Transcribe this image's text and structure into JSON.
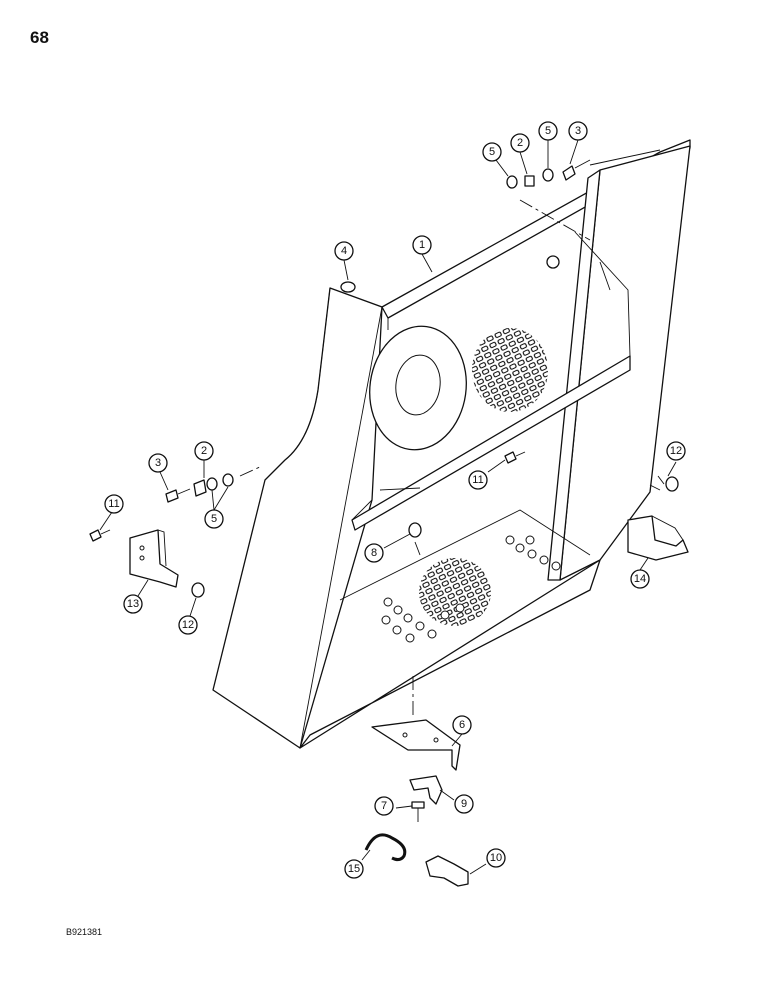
{
  "page_number": "68",
  "figure_code": "B921381",
  "callouts": [
    {
      "label": "1",
      "part": "side-panel-frame"
    },
    {
      "label": "2",
      "part": "spacer"
    },
    {
      "label": "2",
      "part": "spacer"
    },
    {
      "label": "3",
      "part": "bolt"
    },
    {
      "label": "3",
      "part": "bolt"
    },
    {
      "label": "4",
      "part": "nut"
    },
    {
      "label": "5",
      "part": "washer"
    },
    {
      "label": "5",
      "part": "washer"
    },
    {
      "label": "5",
      "part": "washer"
    },
    {
      "label": "6",
      "part": "latch-bracket"
    },
    {
      "label": "7",
      "part": "bolt"
    },
    {
      "label": "8",
      "part": "nut"
    },
    {
      "label": "9",
      "part": "latch-plate"
    },
    {
      "label": "10",
      "part": "knob"
    },
    {
      "label": "11",
      "part": "bolt"
    },
    {
      "label": "11",
      "part": "bolt"
    },
    {
      "label": "12",
      "part": "nut"
    },
    {
      "label": "12",
      "part": "nut"
    },
    {
      "label": "13",
      "part": "mounting-bracket-left"
    },
    {
      "label": "14",
      "part": "mounting-bracket-right"
    },
    {
      "label": "15",
      "part": "spring-clip"
    }
  ]
}
